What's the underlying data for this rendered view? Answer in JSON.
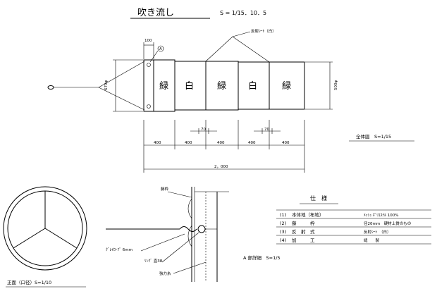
{
  "header": {
    "title": "吹き流し",
    "scale_date": "S = 1/15．10．5"
  },
  "main_view": {
    "stripes": [
      {
        "label": "緑",
        "color": "green"
      },
      {
        "label": "白",
        "color": "white"
      },
      {
        "label": "緑",
        "color": "green"
      },
      {
        "label": "白",
        "color": "white"
      },
      {
        "label": "緑",
        "color": "green"
      }
    ],
    "reflector_label": "反射ｼｰﾄ（白）",
    "top_dim": "100",
    "callout": "A",
    "left_dim": "670φ",
    "right_dim": "500φ",
    "seg_dims": [
      "400",
      "400",
      "400",
      "400",
      "400"
    ],
    "gap_dims": [
      "70",
      "70"
    ],
    "total_dim": "2，000",
    "view_caption": "全体図　S=1/15"
  },
  "front_view": {
    "caption": "正面（口径）S=1/10"
  },
  "detail_a": {
    "labels": {
      "frame": "籐枠",
      "tape": "ｸﾞﾚｲﾛｰﾌﾟ 6mm",
      "ring": "ﾘﾝｸﾞ 直38",
      "stitch": "強力糸"
    },
    "caption": "A 部詳細　S=1/5"
  },
  "spec": {
    "title": "仕　様",
    "rows": [
      {
        "no": "(1)",
        "item": "本体地（布地）",
        "desc": "ﾒｯｼｭ ﾎﾟﾘｴｽﾃﾙ 100%"
      },
      {
        "no": "(2)",
        "item": "藤　　　枠",
        "desc": "径20mm　硬材上質のもの"
      },
      {
        "no": "(3)",
        "item": "反　射　式",
        "desc": "反射ｼｰﾄ　（白）"
      },
      {
        "no": "(4)",
        "item": "加　　　工",
        "desc": "縫　　製"
      }
    ]
  },
  "colors": {
    "green_fill": "#2aa39a",
    "line": "#000000"
  }
}
